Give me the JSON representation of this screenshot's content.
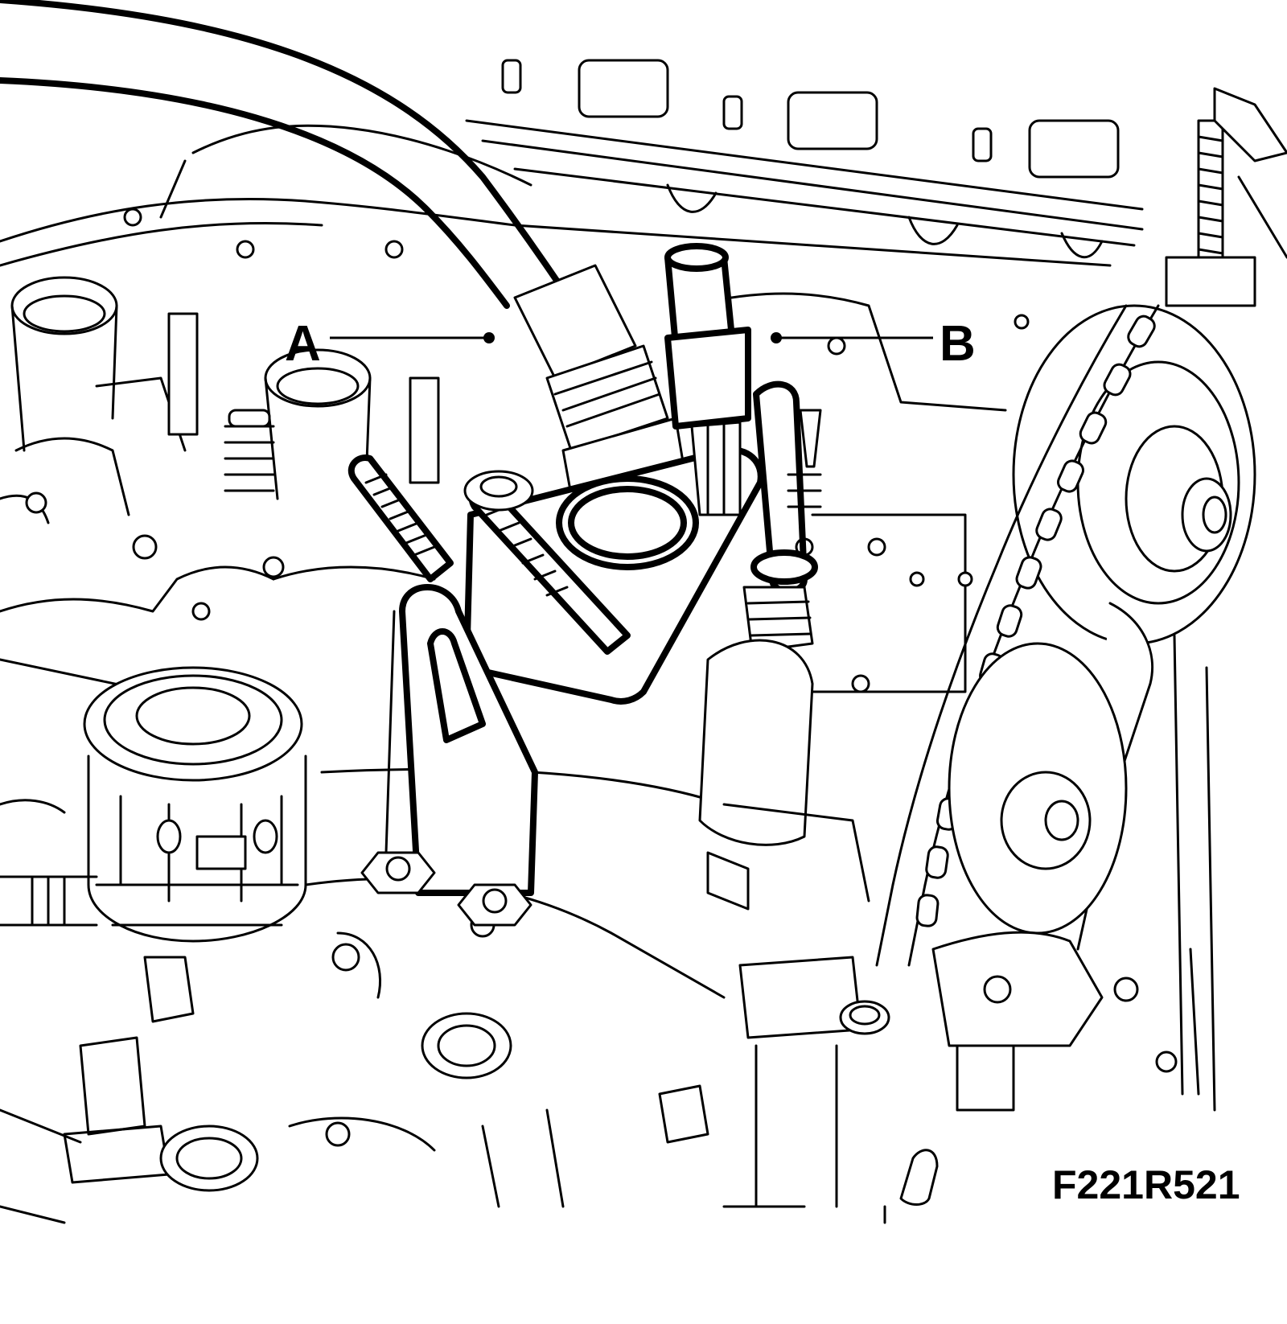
{
  "figure": {
    "callouts": [
      {
        "id": "A",
        "text": "A"
      },
      {
        "id": "B",
        "text": "B"
      }
    ],
    "figure_code": "F221R521"
  }
}
